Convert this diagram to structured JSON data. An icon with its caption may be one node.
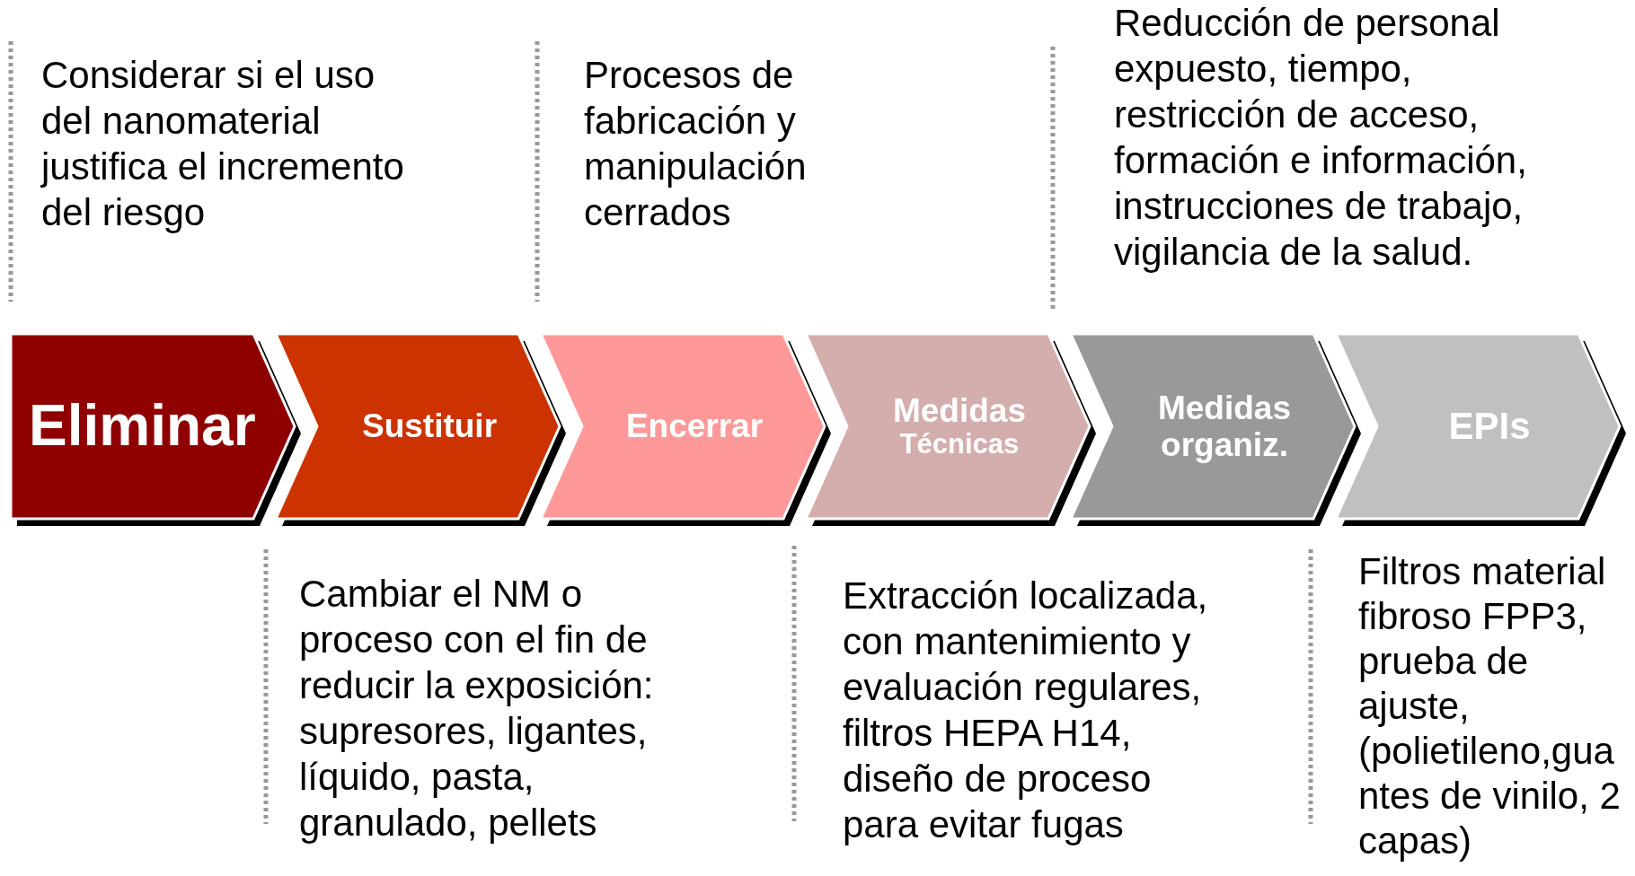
{
  "diagram": {
    "nodes": [
      {
        "text": [
          "Eliminar"
        ]
      },
      {
        "text": [
          "Sustituir"
        ]
      },
      {
        "text": [
          "Encerrar"
        ]
      },
      {
        "text": [
          "Medidas",
          "Técnicas"
        ]
      },
      {
        "text": [
          "Medidas organiz."
        ]
      },
      {
        "text": [
          "EPIs"
        ]
      }
    ],
    "labels": [
      "Considerar si el uso del nanomaterial justifica el incremento del riesgo",
      "Procesos de fabricación y manipulación cerrados",
      "Reducción de personal expuesto, tiempo, restricción de acceso, formación e información, instrucciones de trabajo, vigilancia de la salud.",
      "Cambiar el NM o proceso con el fin de reducir la exposición: supresores, ligantes, líquido, pasta, granulado, pellets",
      "Extracción localizada, con mantenimiento y evaluación regulares, filtros HEPA H14, diseño de proceso para evitar fugas",
      "Filtros material fibroso FPP3, prueba de ajuste, (polietileno,guantes de vinilo, 2 capas)"
    ]
  }
}
